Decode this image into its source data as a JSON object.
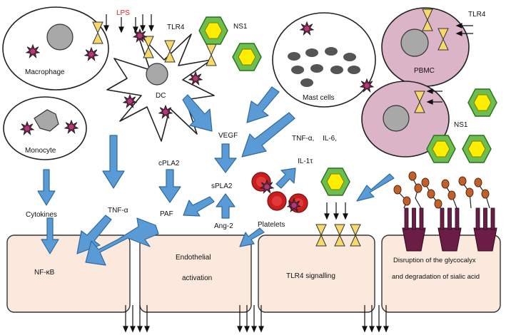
{
  "labels": {
    "lps": "LPS",
    "tlr4_top": "TLR4",
    "ns1_top": "NS1",
    "tlr4_right": "TLR4",
    "macrophage": "Macrophage",
    "dc": "DC",
    "mast_cells": "Mast cells",
    "pbmc": "PBMC",
    "monocyte": "Monocyte",
    "tnf_a_il6": "TNF-α,",
    "il6": "IL-6,",
    "il1": "IL-1τ",
    "vegf": "VEGF",
    "cpla2": "cPLA2",
    "spla2": "sPLA2",
    "ns1_right": "NS1",
    "cytokines": "Cytokines",
    "tnf_a": "TNF-α",
    "paf": "PAF",
    "ang2": "Ang-2",
    "platelets": "Platelets",
    "nfkb": "NF-κB",
    "endothelial_1": "Endothelial",
    "endothelial_2": "activation",
    "tlr4_signalling": "TLR4 signalling",
    "glyco_1": "Disruption of the glycocalyx",
    "glyco_2": "and degradation of sialic acid"
  },
  "colors": {
    "arrow_fill": "#5b9bd5",
    "arrow_stroke": "#2e6aa0",
    "endothelial_box": "#fbe9dd",
    "cell_pink": "#dcb4c8",
    "ns1_outer": "#6cbf4f",
    "ns1_inner": "#ffee00",
    "tlr4_receptor": "#f7d96b",
    "lps_star": "#7a1f4b",
    "platelet": "#c81e1e",
    "nucleus": "#a8a8a8",
    "granule": "#555555",
    "glycocalyx": "#6b1d45",
    "sialic_acid": "#c0612b",
    "lps_text": "#d42020"
  }
}
